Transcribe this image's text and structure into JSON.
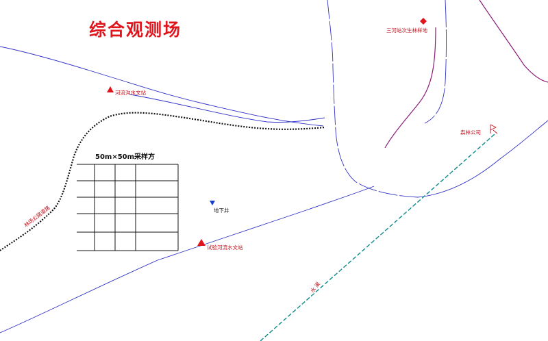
{
  "title": "综合观测场",
  "grid": {
    "title": "50m×50m采样方"
  },
  "sites": {
    "tl_station": "三河站次生林样地",
    "hydro_left": "河流沟水文站",
    "groundwater_well": "地下井",
    "hydro_bottom": "试验河流水文站",
    "weather_tower": "森林公司",
    "road_label": "林场公路道路",
    "canal_label": "水 渠"
  },
  "colors": {
    "title": "#e0141c",
    "river": "#3030c8",
    "road": "#111111",
    "canal": "#0a8a8a",
    "boundary": "#8a1a7a",
    "station_marker": "#e0141c",
    "well_marker": "#1a3cd0"
  },
  "icons": {
    "hydro_station": "red-triangle-icon",
    "well": "blue-inverted-triangle-icon",
    "forest_site": "red-diamond-icon",
    "tower": "flag-icon"
  }
}
